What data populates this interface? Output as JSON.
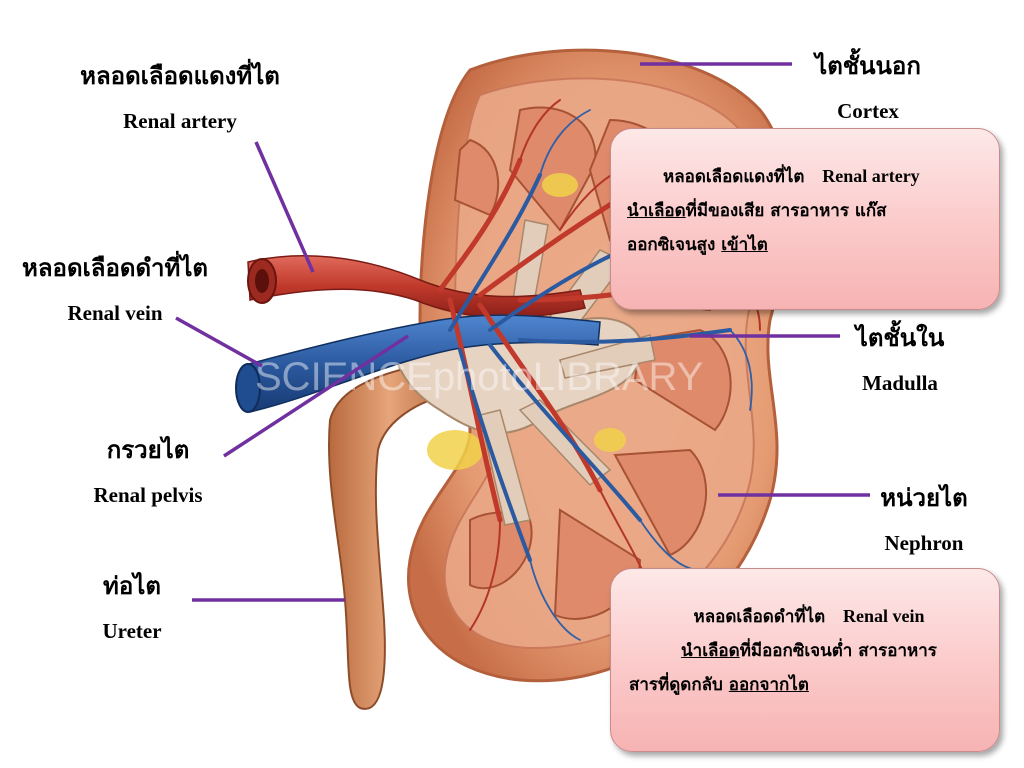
{
  "labels": {
    "renal_artery_th": "หลอดเลือดแดงที่ไต",
    "renal_artery_en": "Renal artery",
    "renal_vein_th": "หลอดเลือดดำที่ไต",
    "renal_vein_en": "Renal vein",
    "renal_pelvis_th": "กรวยไต",
    "renal_pelvis_en": "Renal pelvis",
    "ureter_th": "ท่อไต",
    "ureter_en": "Ureter",
    "cortex_th": "ไตชั้นนอก",
    "cortex_en": "Cortex",
    "medulla_th": "ไตชั้นใน",
    "medulla_en": "Madulla",
    "nephron_th": "หน่วยไต",
    "nephron_en": "Nephron"
  },
  "callout_artery": {
    "title_th": "หลอดเลือดแดงที่ไต",
    "title_en": "Renal artery",
    "line2_underlined": "นำเลือด",
    "line2_rest": "ที่มีของเสีย สารอาหาร  แก๊ส",
    "line3_start": "ออกซิเจนสูง ",
    "line3_underlined": "เข้าไต"
  },
  "callout_vein": {
    "title_th": "หลอดเลือดดำที่ไต",
    "title_en": "Renal vein",
    "line2_underlined": "นำเลือด",
    "line2_rest": "ที่มีออกซิเจนต่ำ  สารอาหาร",
    "line3_start": "สารที่ดูดกลับ ",
    "line3_underlined": "ออกจากไต"
  },
  "watermark": "SCIENCEphotoLIBRARY",
  "colors": {
    "leader_line": "#7030a0",
    "artery": "#c0392b",
    "vein": "#2c5aa0",
    "kidney_tissue": "#e8a07a",
    "callout_fill": "#fbc9c9"
  }
}
